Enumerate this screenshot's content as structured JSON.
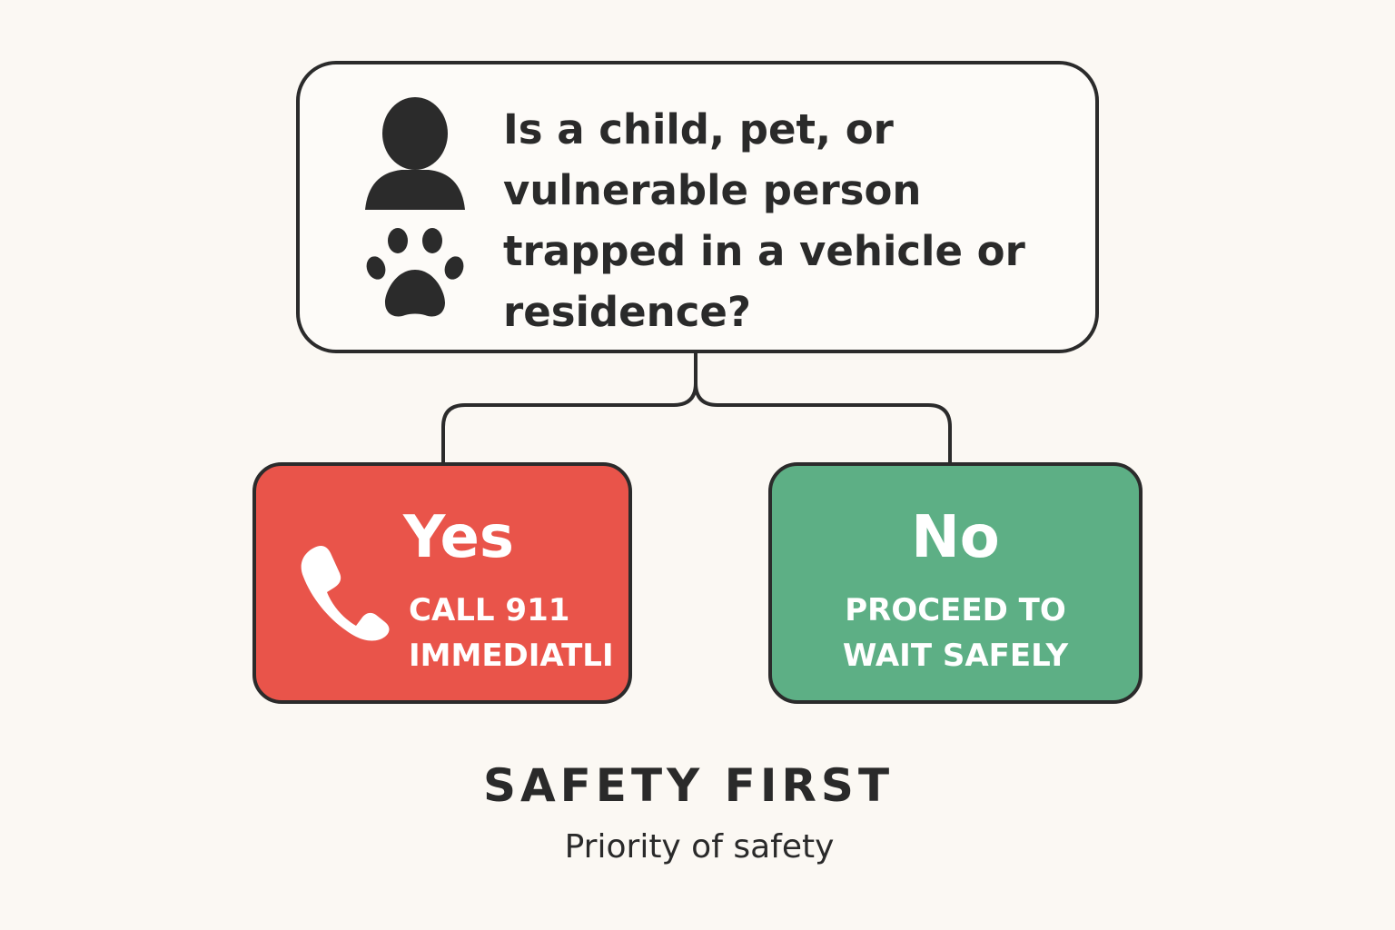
{
  "question": {
    "text": "Is a child, pet, or vulnerable person trapped in a vehicle or residence?",
    "icons": [
      "person-icon",
      "paw-icon"
    ]
  },
  "yes_branch": {
    "title": "Yes",
    "line1": "CALL 911",
    "line2": "IMMEDIATLI",
    "icon": "phone-icon",
    "color": "#e9544a"
  },
  "no_branch": {
    "title": "No",
    "line1": "PROCEED TO",
    "line2": "WAIT SAFELY",
    "color": "#5daf85"
  },
  "footer": {
    "title": "SAFETY FIRST",
    "subtitle": "Priority of safety"
  },
  "colors": {
    "background": "#fbf8f3",
    "outline": "#2b2b2b",
    "text": "#2a2a2a"
  }
}
